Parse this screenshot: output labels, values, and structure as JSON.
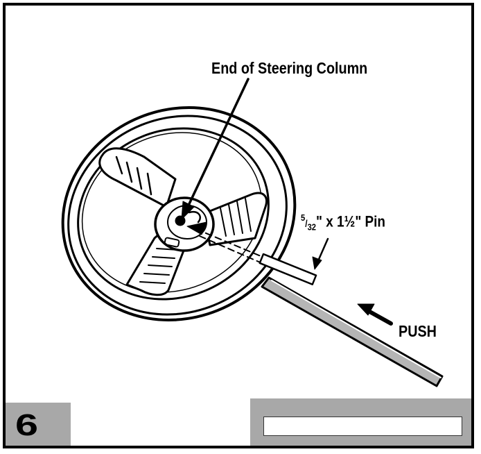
{
  "figure": {
    "step_number": "6",
    "labels": {
      "end_of_column": "End of Steering Column",
      "pin_spec_num": "5",
      "pin_spec_den": "32",
      "pin_spec_rest": "\" x 1½\" Pin",
      "push": "PUSH"
    },
    "caption_field": ""
  },
  "colors": {
    "panel_gray": "#a8a8a8",
    "line": "#000000"
  }
}
